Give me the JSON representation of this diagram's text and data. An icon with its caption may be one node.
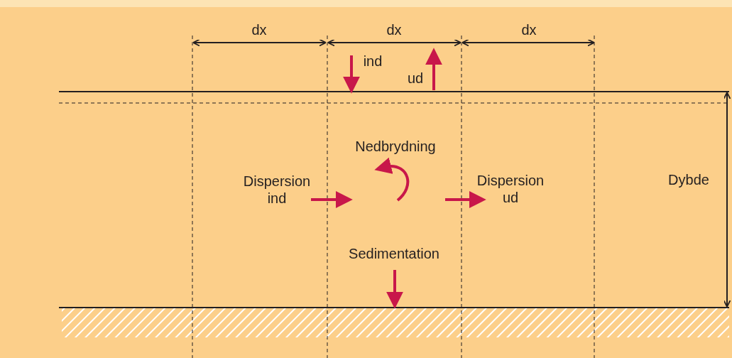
{
  "diagram": {
    "labels": [
      "dx",
      "dx",
      "dx",
      "ind",
      "ud",
      "Nedbrydning",
      "Dispersion ind",
      "Dispersion ud",
      "Dybde",
      "Sedimentation"
    ]
  }
}
